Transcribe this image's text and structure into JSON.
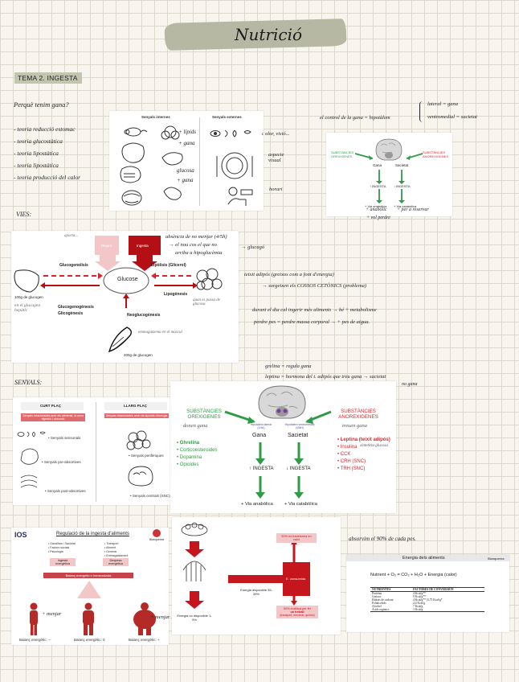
{
  "title": "Nutrició",
  "tema_label": "TEMA 2. INGESTA",
  "question": "Perquè tenim gana?",
  "theories": [
    "- teoria reducció estomac",
    "- teoria glucostàtica",
    "- teoria lipostàtica",
    "- teoria lipostàtica",
    "- teoria producció del calor"
  ],
  "senyals_card": {
    "internal_heading": "Senyals internes",
    "external_heading": "Senyals externes",
    "note_lipids": "+ lípids",
    "note_fam": "+ gana",
    "note_glucosa": "glucosa",
    "note_gana2": "+ gana",
    "note_olor": "olor, visió...",
    "note_aspecte": "aspecte visual",
    "note_horari": "horari"
  },
  "hypothal_note": {
    "left": "el control de la gana = hipotàlem",
    "lateral": "lateral = gana",
    "ventro": "ventromedial = sacietat"
  },
  "small_brain": {
    "left_label": "SUBSTÀNCIES OREXIGENES",
    "right_label": "SUBSTÀNCIES ANOREXIGENES",
    "gana": "Gana",
    "sacietat": "Sacietat",
    "up_ingesta": "↑ INGESTA",
    "down_ingesta": "↓ INGESTA",
    "via_anabolica": "+ Via anabòlica",
    "via_catabolica": "+ Via catabòlica",
    "note1": "+ anabòlic",
    "note2": "+ vol perdre",
    "note3": "+ per a reservar"
  },
  "vies_label": "VIES:",
  "metab": {
    "top_note": "absència de menjar (ingesta)",
    "top_note2": "aporta...",
    "fasted": "Dejuni",
    "fed": "Ingesta",
    "glucose": "Glucose",
    "glucogenolisis": "Glucogenolisis",
    "lipolisis": "Lipòlisis (Glicerol)",
    "lipogenesis": "Lipogènesis",
    "glucogenogenesis": "Glucogenogènesis",
    "glicogenesis": "Glicogènesis",
    "neoglucogenesis": "Neoglucogènesis",
    "liver_caption": "100g de glucogen",
    "muscle_caption": "200g de glucogen",
    "liver_hand": "en el glucogen hepàtic",
    "adipose_hand": "quan es passa de glucosa",
    "muscle_hand": "emmagatzema en el múscul"
  },
  "metab_notes": {
    "l1": "absència de no menjar (4/5h)",
    "l2": "→ el nou cos el que no",
    "l3": "arriba a hipoglucèmia",
    "l4": "→ glucagó",
    "l5": "teixit adipós (greixos com a font d'energia)",
    "l6": "→ sorgeixen els COSSOS CETÒNICS (problema)",
    "l7": "durant el dia cal ingerir més aliments → bé + metabolisme",
    "l8": "perdre pes = perdre massa corporal → + pes de aigua."
  },
  "senyals_label": "SENYALS:",
  "grelina_notes": {
    "g1": "grelina = regula gana",
    "g2": "leptina = hormona del t. adipós que treu gana → sacietat",
    "g3": "no gana"
  },
  "curt_llarg": {
    "curt": "CURT PLAÇ",
    "llarg": "LLARG PLAÇ",
    "curt_desc": "Senyals relacionades amb els aliments, la seva digestió i absorció",
    "llarg_desc": "Senyals relacionades amb els dipòsits d'energia",
    "s1": "• Senyals sensorials",
    "s2": "• Senyals pre-absortives",
    "s3": "• Senyals post-absortives",
    "s4": "• Senyals perifèriques",
    "s5": "• Senyals centrals (SNC)"
  },
  "big_brain": {
    "left_title": "SUBSTÀNCIES OREXIGENES",
    "left_hand": "donen gana",
    "right_title": "SUBSTÀNCIES ANOREXIGENES",
    "right_hand": "treuen gana",
    "hip_lateral": "Hipotàlem lateral (LHA)",
    "hip_ventro": "Hipotàlem ventromedial (VMH)",
    "gana": "Gana",
    "sacietat": "Sacietat",
    "up_ingesta": "↑ INGESTA",
    "down_ingesta": "↓ INGESTA",
    "via_anabolica": "+ Via anabòlica",
    "via_catabolica": "+ Via catabòlica",
    "orexigenes": [
      "• Ghrelina",
      "• Corticoesteroides",
      "• Dopamina",
      "• Opioides"
    ],
    "anorexigenes": [
      "• Leptina (teixit adipós)",
      "• Insulina",
      "• CCK",
      "• CRH (SNC)",
      "• TRH (SNC)"
    ],
    "insulina_hand": "sintetitza glucosa"
  },
  "ios_card": {
    "logo": "IOS",
    "title": "Regulació de la ingesta d'aliments",
    "brand": "Blanquerna",
    "left_list": [
      "• Gana/fam i Sacietat",
      "• Factors socials",
      "• Psicologia"
    ],
    "right_list": [
      "• Transport",
      "• Aliment",
      "• Generar",
      "• Emmagatzament"
    ],
    "ingesta": "Ingesta energètica",
    "despesa": "Despesa energètica",
    "balanc": "Balanç energètic o homeostasis",
    "b_neg": "Balanç energètic: −",
    "b_zero": "Balanç energètic: 0",
    "b_pos": "Balanç energètic: +",
    "hand_menjar": "+ menjar",
    "hand_menjar2": "+ menjar"
  },
  "energy_flow": {
    "box1": "50% es transforma en calor",
    "consumida": "E. consumida",
    "disponible": "Energia disponible 35-39%",
    "no_disponible": "Energia no disponible 1-9%",
    "box2_line1": "50% s'utilitza per fer",
    "box2_line2": "un treball",
    "box2_line3": "(transport, mecànic, químic)"
  },
  "absorb_note": "absorvim el 90% de cada pes.",
  "energia_card": {
    "title": "Energia dels aliments",
    "brand": "Blanquerna",
    "equation": "Nutrient + O₂ = CO₂ + H₂O + Energia (calor)",
    "col1": "NUTRIENTES",
    "col2": "FACTORES DE CONVERSIÓN",
    "rows": [
      [
        "Proteïna",
        "4 Kcal/g**"
      ],
      [
        "Greixos",
        "9 Kcal/g**"
      ],
      [
        "Hidrats de carboni",
        "4 Kcal/g** (3,75 Kcal/g*"
      ],
      [
        "Polialcohols",
        "2,4 Kcal/g"
      ],
      [
        "Alcohol",
        "7 Kcal/g"
      ],
      [
        "Àcids orgànics",
        "3 Kcal/g"
      ]
    ]
  },
  "colors": {
    "accent_green": "#2e9b46",
    "accent_red": "#d9262c",
    "brush": "#b7b8a4"
  }
}
